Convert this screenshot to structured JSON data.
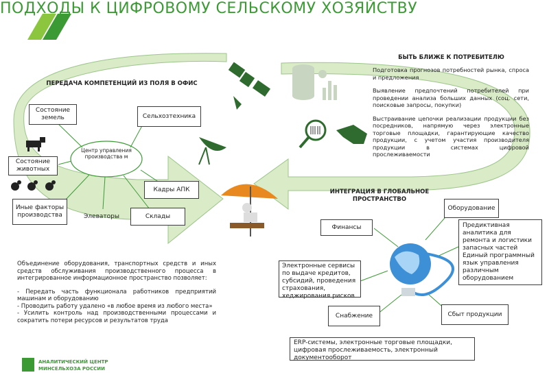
{
  "title": "ПОДХОДЫ К ЦИФРОВОМУ СЕЛЬСКОМУ ХОЗЯЙСТВУ",
  "left_section": {
    "heading": "ПЕРЕДАЧА КОМПЕТЕНЦИЙ ИЗ ПОЛЯ В ОФИС",
    "center_label": "Центр управления производства м",
    "nodes": {
      "soil": "Состояние земель",
      "machinery": "Сельхозтехника",
      "animals": "Состояние животных",
      "personnel": "Кадры АПК",
      "other": "Иные факторы производства",
      "elevators": "Элеваторы",
      "warehouses": "Склады"
    },
    "description_intro": "Объединение оборудования, транспортных средств и иных средств обслуживания производственного процесса в интегрированное информационное пространство позволяет:",
    "bullets": [
      "- Передать часть функционала работников предприятий машинам и оборудованию",
      "- Проводить работу удалено «в любое время из любого места»",
      "- Усилить контроль над производственными процессами и сократить потери ресурсов и результатов труда"
    ]
  },
  "right_top": {
    "heading": "БЫТЬ БЛИЖЕ К ПОТРЕБИТЕЛЮ",
    "items": [
      "Подготовка прогнозов потребностей рынка, спроса и предложения",
      "Выявление предпочтений потребителей при проведении анализа больших данных (соц. сети, поисковые запросы, покупки)",
      "Выстраивание цепочки реализации продукции без посредников, напрямую через электронные торговые площадки, гарантирующие качество продукции, с учетом участия производителя продукции в системах цифровой прослеживаемости"
    ]
  },
  "right_bottom": {
    "heading": "ИНТЕГРАЦИЯ В ГЛОБАЛЬНОЕ ПРОСТРАНСТВО",
    "nodes": {
      "finance": "Финансы",
      "equipment": "Оборудование",
      "predictive": "Предиктивная аналитика для ремонта и логистики запасных частей Единый программный язык управления различным оборудованием",
      "eservices": "Электронные сервисы по выдаче кредитов, субсидий, проведения страхования, хеджирования рисков",
      "supply": "Снабжение",
      "sales": "Сбыт продукции",
      "erp": "ERP-системы, электронные торговые площадки, цифровая прослеживаемость, электронный документооборот"
    }
  },
  "logo": {
    "line1": "АНАЛИТИЧЕСКИЙ ЦЕНТР",
    "line2": "МИНСЕЛЬХОЗА РОССИИ"
  },
  "colors": {
    "accent": "#3c9a35",
    "light_green": "#d9ebc7",
    "lime": "#8cc63f",
    "dark_green": "#2f6b2e"
  }
}
